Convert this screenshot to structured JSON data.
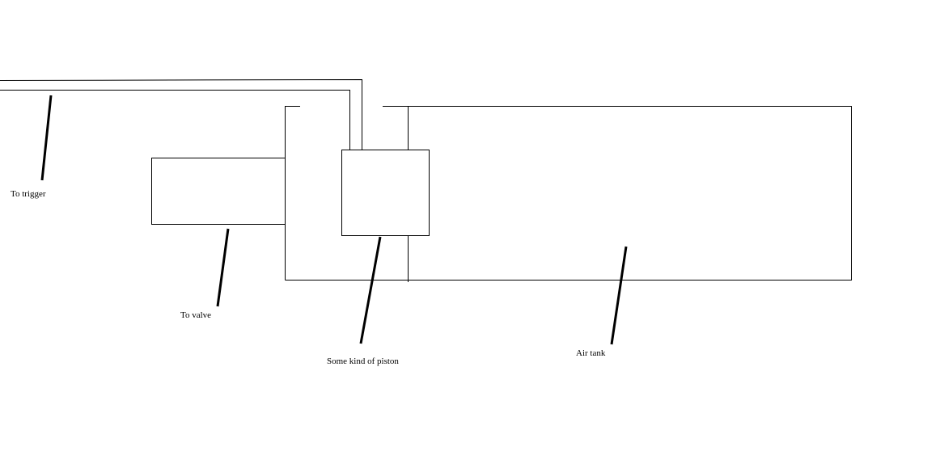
{
  "colors": {
    "background": "#ffffff",
    "ink": "#000000"
  },
  "labels": {
    "trigger": "To trigger",
    "valve": "To valve",
    "piston": "Some kind of piston",
    "tank": "Air tank"
  }
}
